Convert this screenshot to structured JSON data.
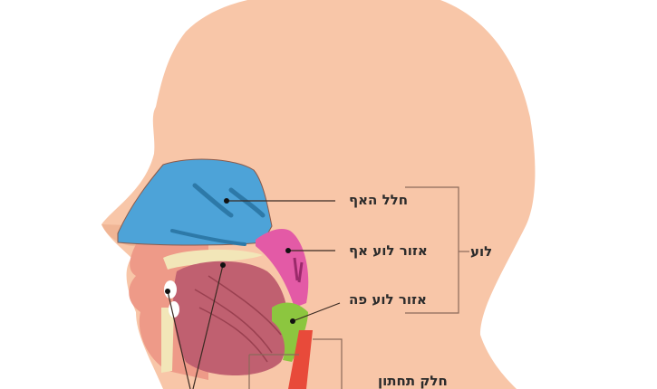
{
  "diagram": {
    "subject": "head sagittal section - pharynx anatomy",
    "colors": {
      "skin": "#f8c6a8",
      "nasal_cavity": "#4da3d8",
      "nasal_cavity_dark": "#2d79a8",
      "nasopharynx": "#e35aa6",
      "oropharynx": "#8cc63f",
      "tongue": "#c06070",
      "bone": "#f2e6b8",
      "lips": "#ee9a88",
      "esophagus": "#e84a3a",
      "leader_line": "#6b4a3a",
      "text": "#2b2b2b"
    },
    "labels": {
      "nasal_cavity": "חלל האף",
      "nasopharynx": "אזור לוע אף",
      "oropharynx": "אזור לוע פה",
      "pharynx_group": "לוע",
      "lower_part": "חלק תחתון"
    }
  }
}
